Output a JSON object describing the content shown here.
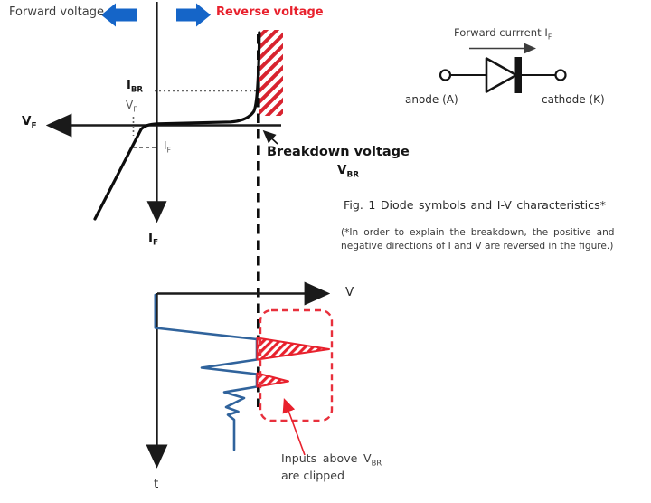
{
  "colors": {
    "arrow_blue": "#1565c8",
    "red": "#e8212d",
    "waveform_blue": "#30639c",
    "text_dark": "#3d3d3d"
  },
  "iv_graph": {
    "forward_voltage_label": "Forward voltage",
    "reverse_voltage_label": "Reverse voltage",
    "vf_axis": {
      "main": "V",
      "sub": "F"
    },
    "if_axis": {
      "main": "I",
      "sub": "F"
    },
    "ibr_label": {
      "main": "I",
      "sub": "BR"
    },
    "vf_point": {
      "main": "V",
      "sub": "F"
    },
    "if_point": {
      "main": "I",
      "sub": "F"
    },
    "breakdown_label": "Breakdown voltage",
    "vbr_label": {
      "main": "V",
      "sub": "BR"
    }
  },
  "diode_symbol": {
    "forward_current_label": {
      "main": "Forward currrent I",
      "sub": "F"
    },
    "anode_label": "anode (A)",
    "cathode_label": "cathode (K)"
  },
  "caption": {
    "title": "Fig. 1 Diode symbols and I-V characteristics*",
    "note_line1": "(*In order to explain the breakdown, the positive and",
    "note_line2": "negative directions of I and V are reversed in the figure.)"
  },
  "waveform_graph": {
    "v_axis_label": "V",
    "t_axis_label": "t",
    "clip_note_line1": {
      "main": "Inputs above V",
      "sub": "BR"
    },
    "clip_note_line2": "are clipped"
  }
}
